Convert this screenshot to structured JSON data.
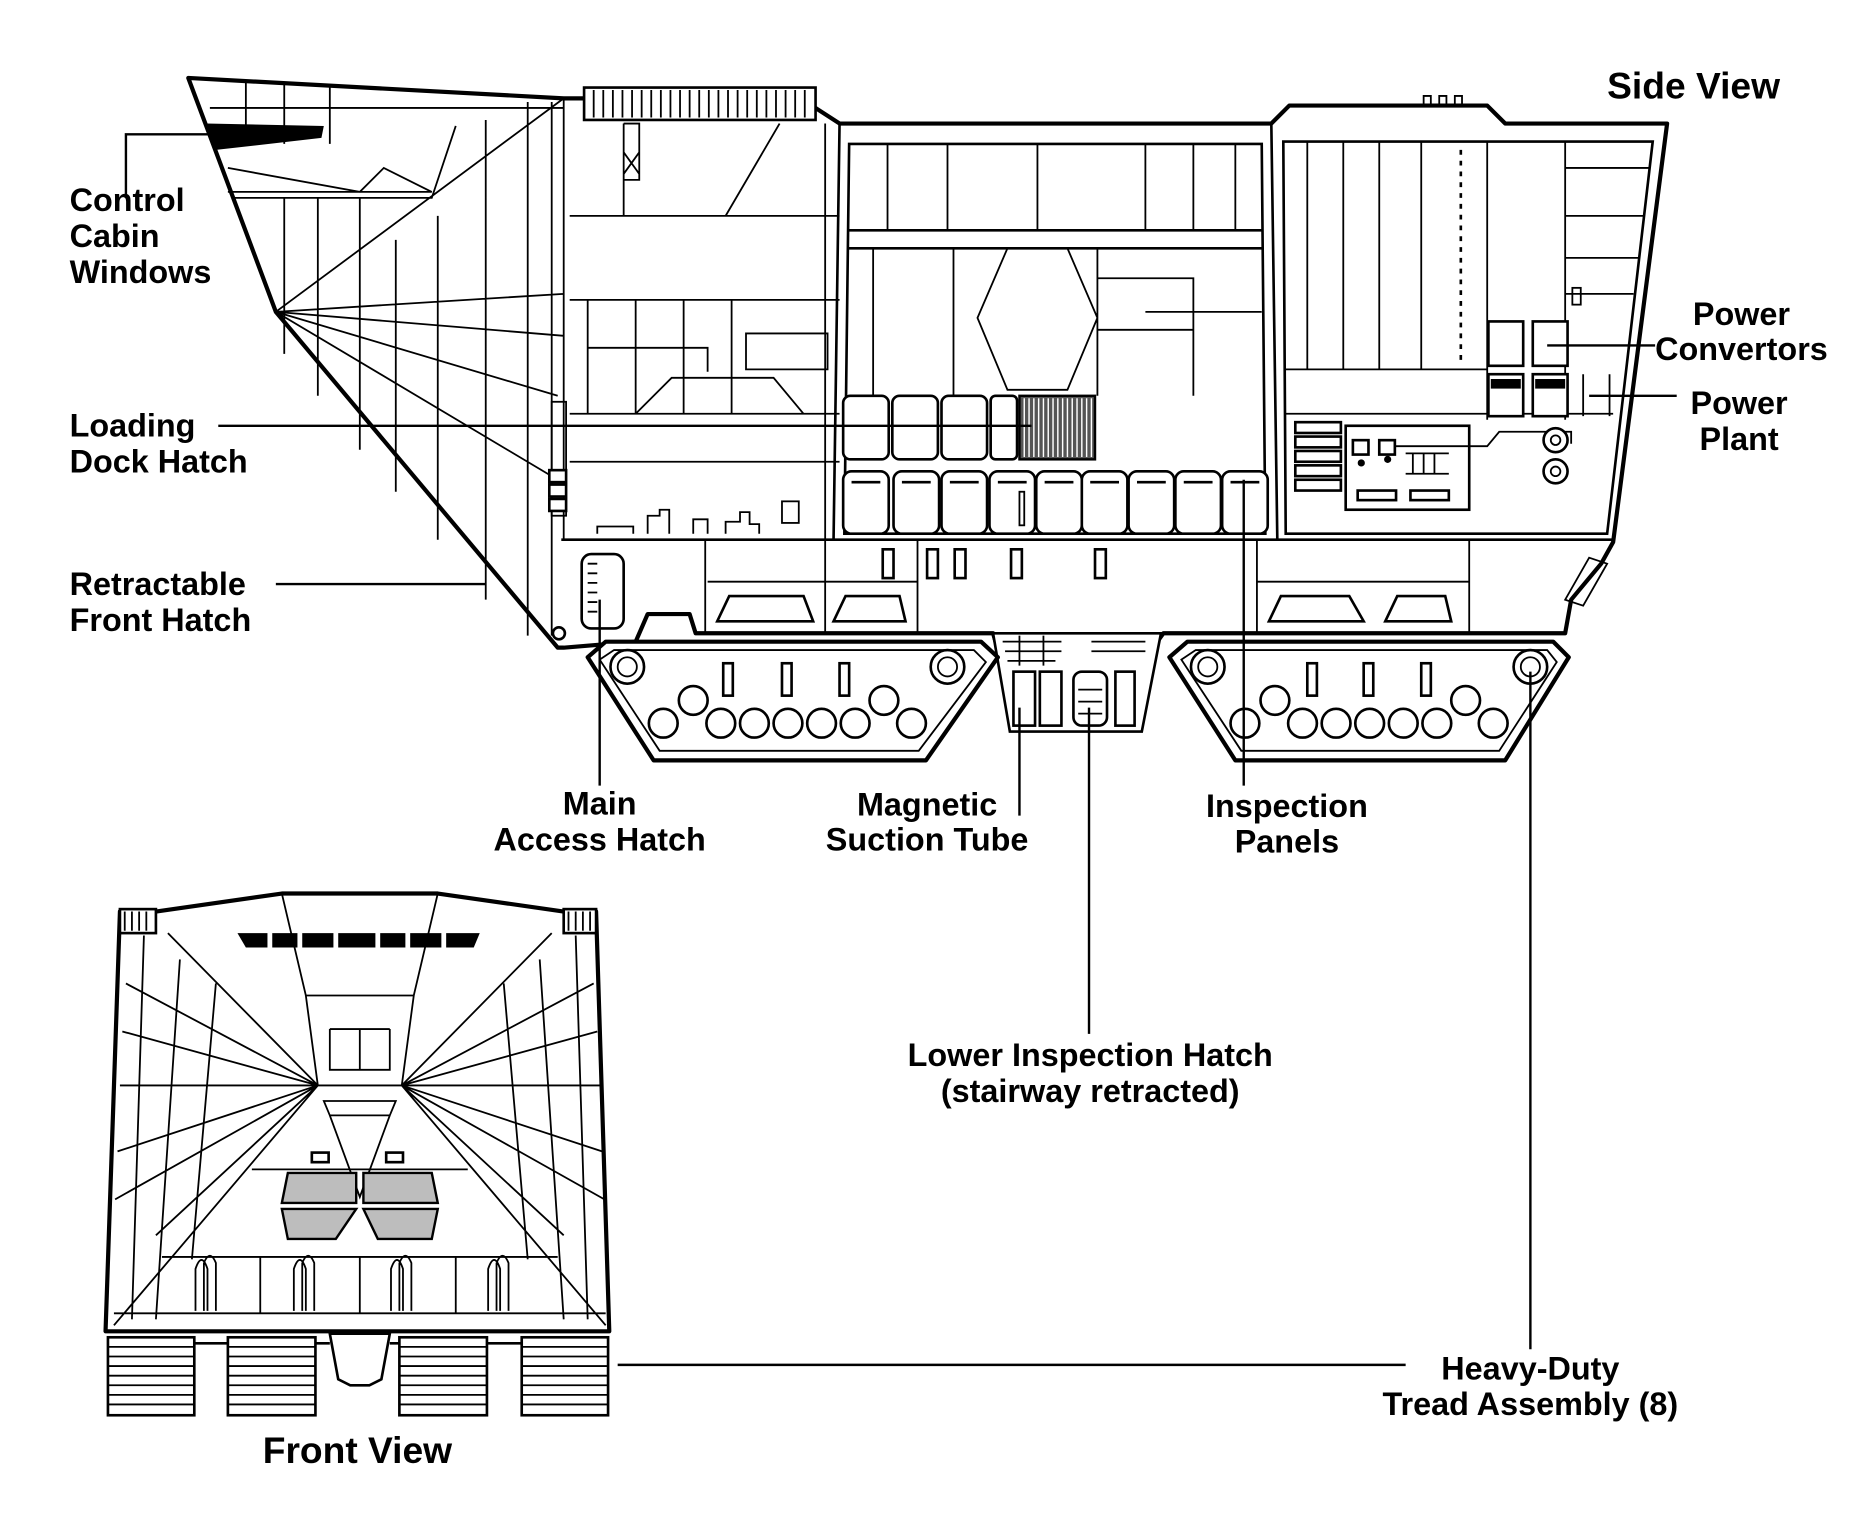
{
  "views": {
    "side_title": "Side View",
    "front_title": "Front View"
  },
  "labels": {
    "control_cabin_windows": [
      "Control",
      "Cabin",
      "Windows"
    ],
    "loading_dock_hatch": [
      "Loading",
      "Dock Hatch"
    ],
    "retractable_front_hatch": [
      "Retractable",
      "Front Hatch"
    ],
    "power_convertors": [
      "Power",
      "Convertors"
    ],
    "power_plant": [
      "Power",
      "Plant"
    ],
    "main_access_hatch": [
      "Main",
      "Access Hatch"
    ],
    "magnetic_suction_tube": [
      "Magnetic",
      "Suction Tube"
    ],
    "inspection_panels": [
      "Inspection",
      "Panels"
    ],
    "lower_inspection_hatch": [
      "Lower Inspection Hatch",
      "(stairway retracted)"
    ],
    "tread_assembly": [
      "Heavy-Duty",
      "Tread Assembly (8)"
    ]
  },
  "colors": {
    "ink": "#000000",
    "paper": "#ffffff",
    "shade": "#bdbdbd"
  }
}
